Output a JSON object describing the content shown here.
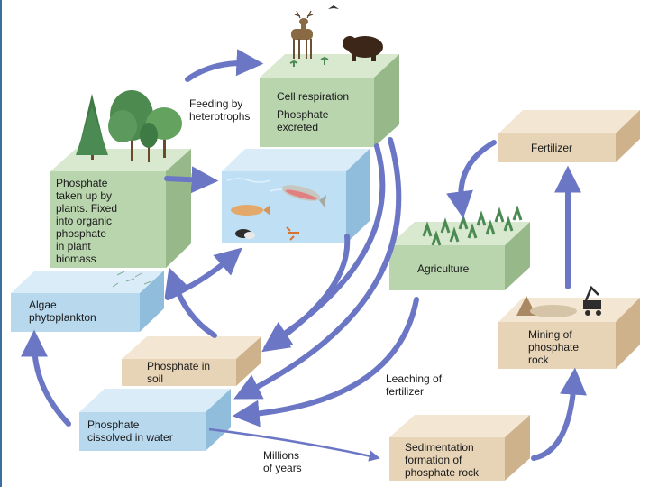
{
  "labels": {
    "cell_respiration": [
      "Cell respiration",
      "Phosphate",
      "excreted"
    ],
    "feeding": [
      "Feeding by",
      "heterotrophs"
    ],
    "plants": [
      "Phosphate",
      "taken up by",
      "plants. Fixed",
      "into organic",
      "phosphate",
      "in plant",
      "biomass"
    ],
    "algae": [
      "Algae",
      "phytoplankton"
    ],
    "phosphate_soil": [
      "Phosphate in",
      "soil"
    ],
    "phosphate_water": [
      "Phosphate",
      "cissolved in water"
    ],
    "fertilizer": [
      "Fertilizer"
    ],
    "agriculture": [
      "Agriculture"
    ],
    "mining": [
      "Mining of",
      "phosphate",
      "rock"
    ],
    "leaching": [
      "Leaching of",
      "fertilizer"
    ],
    "millions": [
      "Millions",
      "of years"
    ],
    "sedimentation": [
      "Sedimentation",
      "formation of",
      "phosphate rock"
    ]
  },
  "colors": {
    "arrow": "#6b77c4",
    "green_front": "#b9d5ae",
    "green_top": "#d9e9d0",
    "green_side": "#97b98a",
    "tan_front": "#e7d3b6",
    "tan_top": "#f3e7d4",
    "tan_side": "#cdb28c",
    "blue_front": "#b8d8ee",
    "blue_top": "#daecf7",
    "blue_side": "#90bddb",
    "water": "#bfe0f4"
  }
}
